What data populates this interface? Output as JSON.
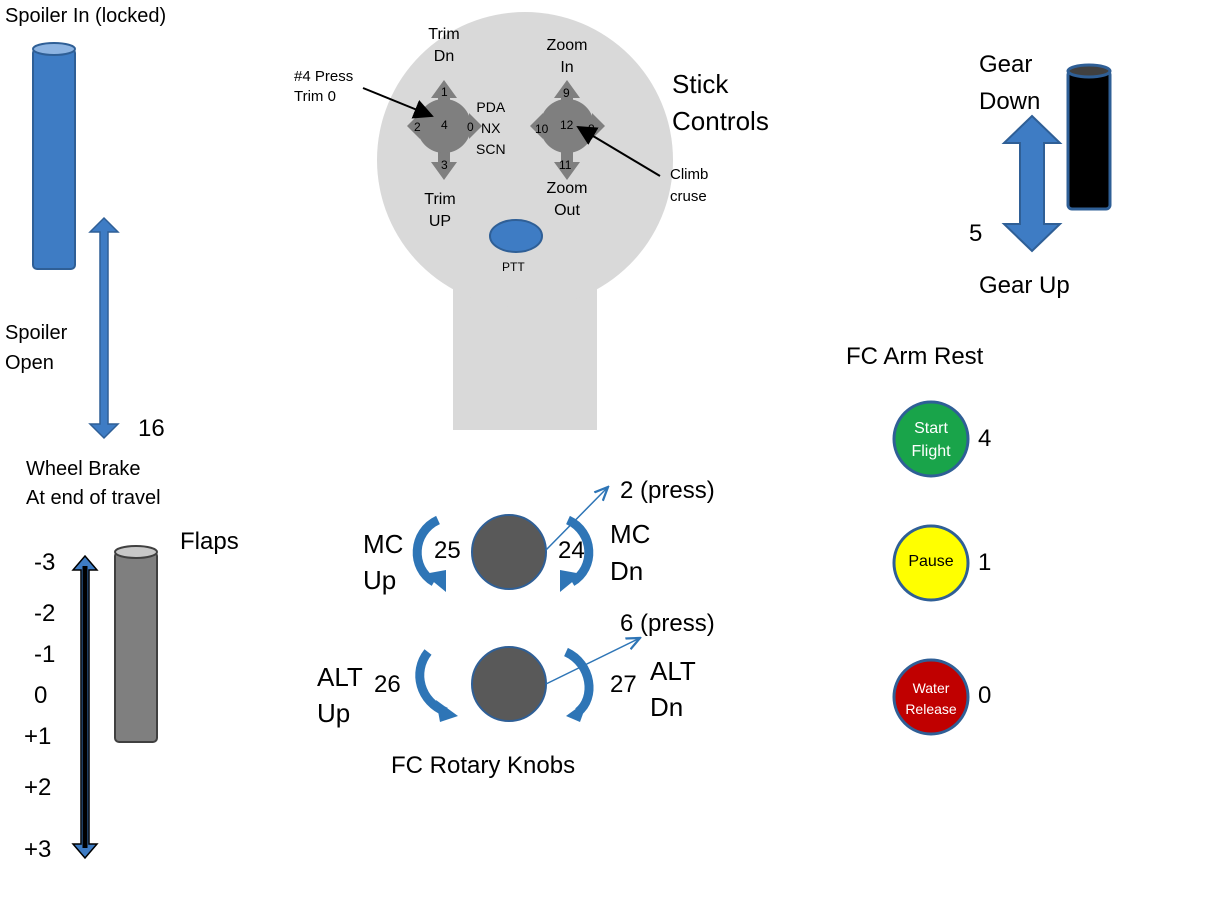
{
  "spoiler": {
    "in_label": "Spoiler In (locked)",
    "open_label": "Spoiler\nOpen",
    "number": "16",
    "wheel_brake_label": "Wheel Brake\nAt end of travel",
    "color": "#3e7cc4"
  },
  "flaps": {
    "label": "Flaps",
    "positions": [
      "-3",
      "-2",
      "-1",
      "0",
      "+1",
      "+2",
      "+3"
    ],
    "color": "#7f7f7f"
  },
  "stick": {
    "title": "Stick\nControls",
    "hat_left": {
      "up_label": "Trim\nDn",
      "down_label": "Trim\nUP",
      "num_up": "1",
      "num_left": "2",
      "num_center": "4",
      "num_right": "0",
      "num_down": "3",
      "right_labels": "PDA\nNX\nSCN",
      "press_note": "#4 Press\nTrim 0"
    },
    "hat_right": {
      "up_label": "Zoom\nIn",
      "down_label": "Zoom\nOut",
      "num_up": "9",
      "num_left": "10",
      "num_center": "12",
      "num_right": "8",
      "num_down": "11",
      "note": "Climb\ncruse"
    },
    "ptt_label": "PTT"
  },
  "gear": {
    "down_label": "Gear\nDown",
    "up_label": "Gear Up",
    "number": "5"
  },
  "arm_rest": {
    "title": "FC Arm Rest",
    "buttons": [
      {
        "label": "Start\nFlight",
        "number": "4",
        "color": "#19a44a"
      },
      {
        "label": "Pause",
        "number": "1",
        "color": "#ffff00"
      },
      {
        "label": "Water\nRelease",
        "number": "0",
        "color": "#c00000"
      }
    ]
  },
  "rotary": {
    "title": "FC Rotary Knobs",
    "mc": {
      "up_label": "MC\nUp",
      "dn_label": "MC\nDn",
      "up_num": "25",
      "dn_num": "24",
      "press": "2 (press)"
    },
    "alt": {
      "up_label": "ALT\nUp",
      "dn_label": "ALT\nDn",
      "up_num": "26",
      "dn_num": "27",
      "press": "6 (press)"
    }
  }
}
